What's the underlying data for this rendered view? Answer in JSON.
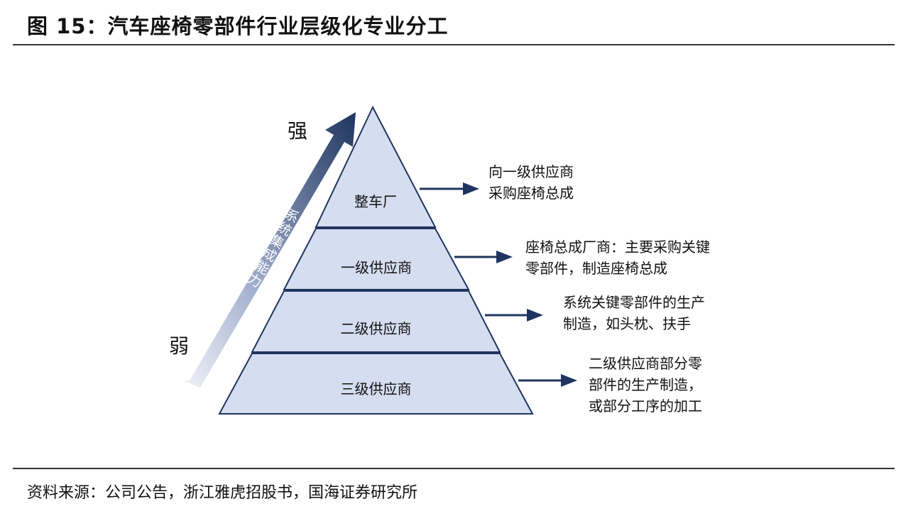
{
  "title": "图 15：汽车座椅零部件行业层级化专业分工",
  "source": "资料来源：公司公告，浙江雅虎招股书，国海证券研究所",
  "axis": {
    "strong": "强",
    "weak": "弱",
    "label_chars": [
      "系",
      "统",
      "集",
      "成",
      "能",
      "力"
    ]
  },
  "tiers": [
    {
      "label": "整车厂",
      "desc": [
        "向一级供应商",
        "采购座椅总成"
      ]
    },
    {
      "label": "一级供应商",
      "desc": [
        "座椅总成厂商：主要采购关键",
        "零部件，制造座椅总成"
      ]
    },
    {
      "label": "二级供应商",
      "desc": [
        "系统关键零部件的生产",
        "制造，如头枕、扶手"
      ]
    },
    {
      "label": "三级供应商",
      "desc": [
        "二级供应商部分零",
        "部件的生产制造，",
        "或部分工序的加工"
      ]
    }
  ],
  "colors": {
    "tier_fill": "#d5ddf0",
    "tier_stroke": "#1f3560",
    "arrow": "#1f3560",
    "axis_dark": "#1f3560",
    "axis_light": "#eef1f8"
  }
}
